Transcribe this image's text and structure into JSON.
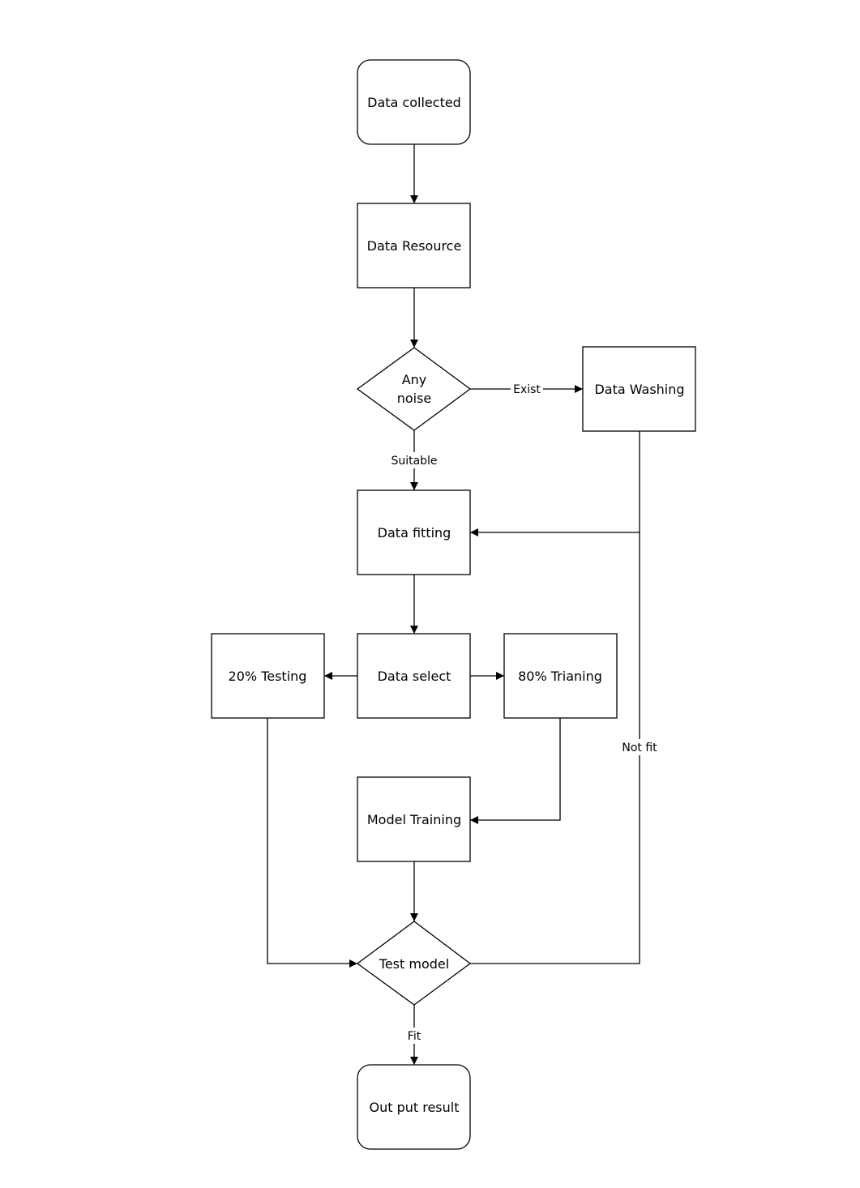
{
  "nodes": {
    "data_collected": "Data collected",
    "data_resource": "Data Resource",
    "any_noise_line1": "Any",
    "any_noise_line2": "noise",
    "data_washing": "Data Washing",
    "data_fitting": "Data fitting",
    "testing_20": "20% Testing",
    "data_select": "Data select",
    "training_80": "80% Trianing",
    "model_training": "Model Training",
    "test_model": "Test model",
    "output_result": "Out put result"
  },
  "edges": {
    "exist": "Exist",
    "suitable": "Suitable",
    "not_fit": "Not fit",
    "fit": "Fit"
  }
}
